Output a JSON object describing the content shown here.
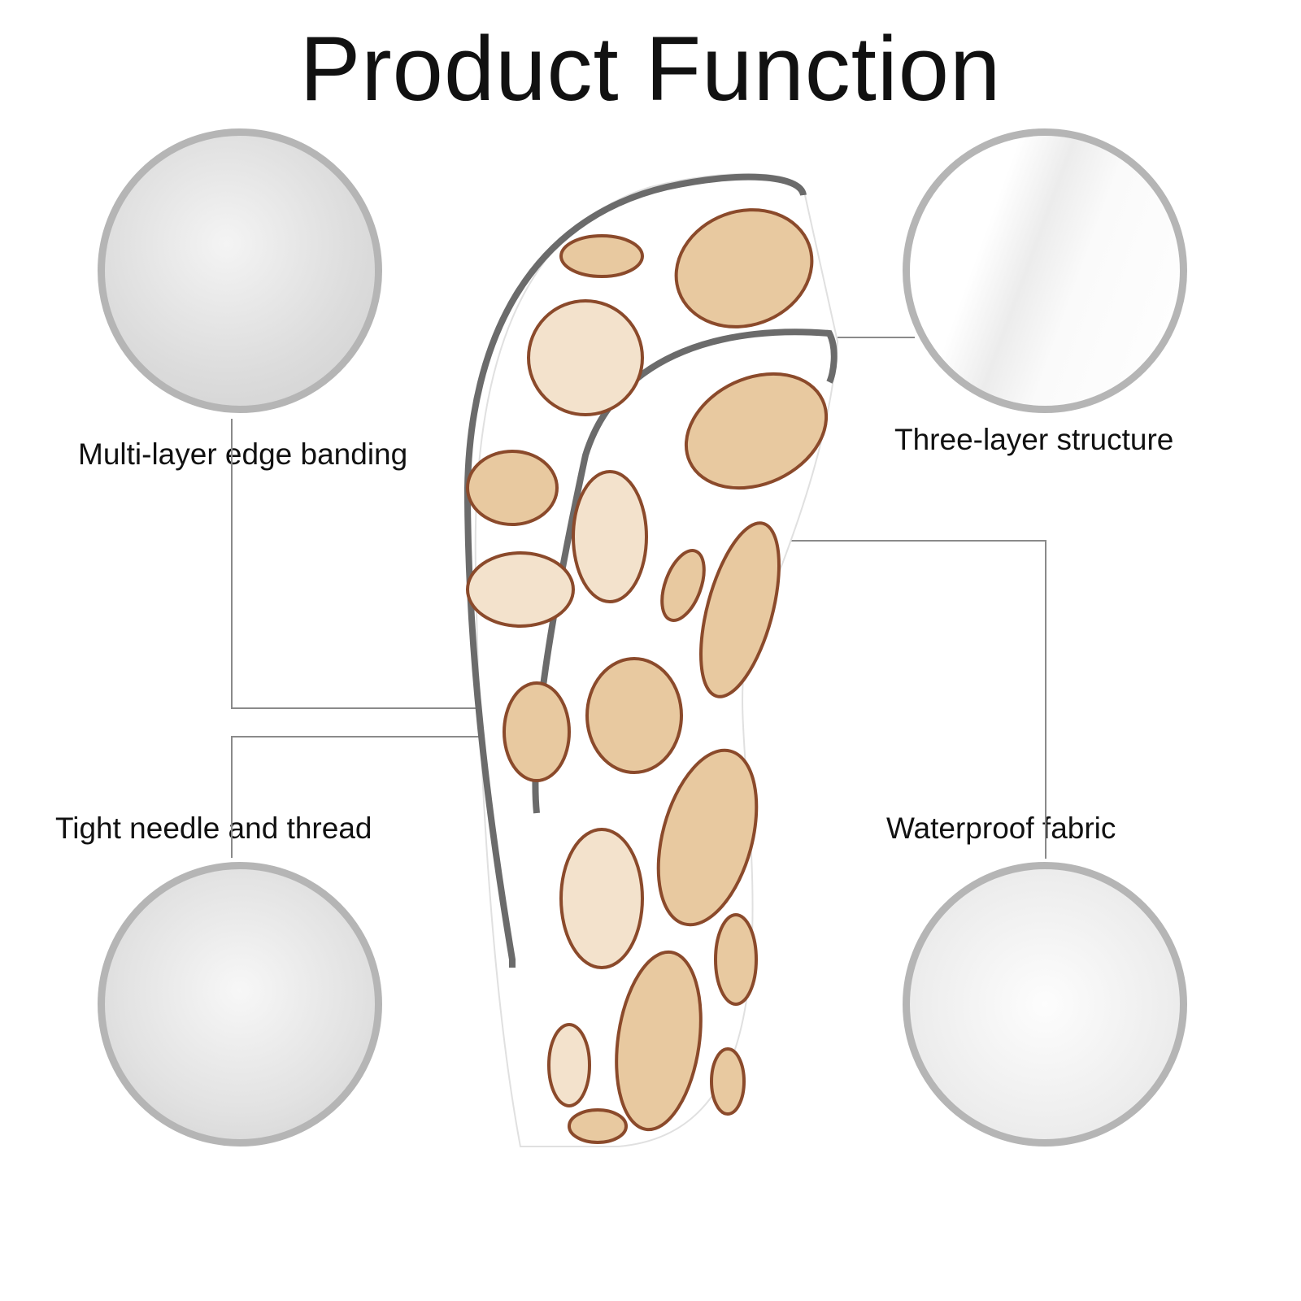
{
  "title": "Product Function",
  "features": [
    {
      "label": "Multi-layer edge banding"
    },
    {
      "label": "Three-layer structure"
    },
    {
      "label": "Tight needle and thread"
    },
    {
      "label": "Waterproof fabric"
    }
  ],
  "colors": {
    "nut_brown": "#8b4a2b",
    "nut_fill": "#e8c9a0",
    "banding": "#6b6b6b",
    "circle_border": "#b5b5b5"
  }
}
